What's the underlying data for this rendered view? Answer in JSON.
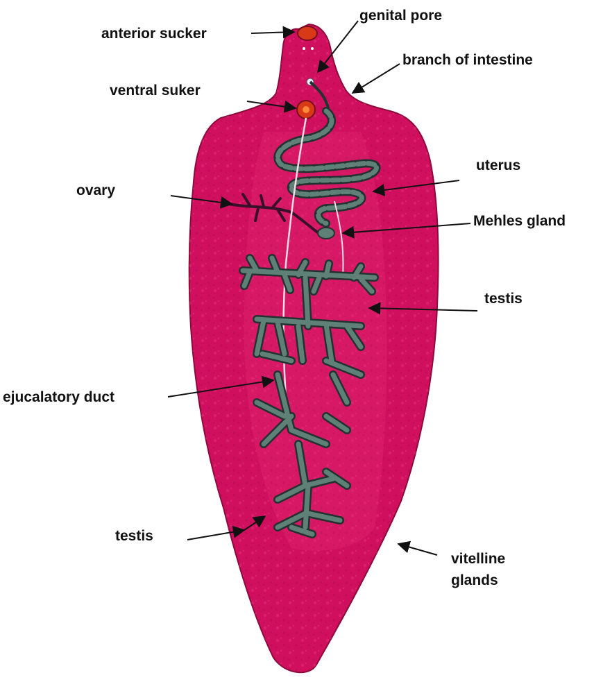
{
  "diagram": {
    "labels": {
      "anterior_sucker": "anterior sucker",
      "genital_pore": "genital pore",
      "branch_of_intestine": "branch of intestine",
      "ventral_sucker": "ventral suker",
      "uterus": "uterus",
      "ovary": "ovary",
      "mehlis_gland": "Mehles gland",
      "testis_right": "testis",
      "ejaculatory_duct": "ejucalatory duct",
      "testis_left": "testis",
      "vitelline_glands": "vitelline\nglands"
    },
    "colors": {
      "body": "#d0105e",
      "body_dark": "#8c0a3a",
      "body_texture": "#e6307a",
      "organ_fill": "#5f8077",
      "organ_outline": "#233230",
      "sucker": "#d83a18",
      "pointer": "#111111",
      "leader": "#555555",
      "label_text": "#111111"
    }
  }
}
